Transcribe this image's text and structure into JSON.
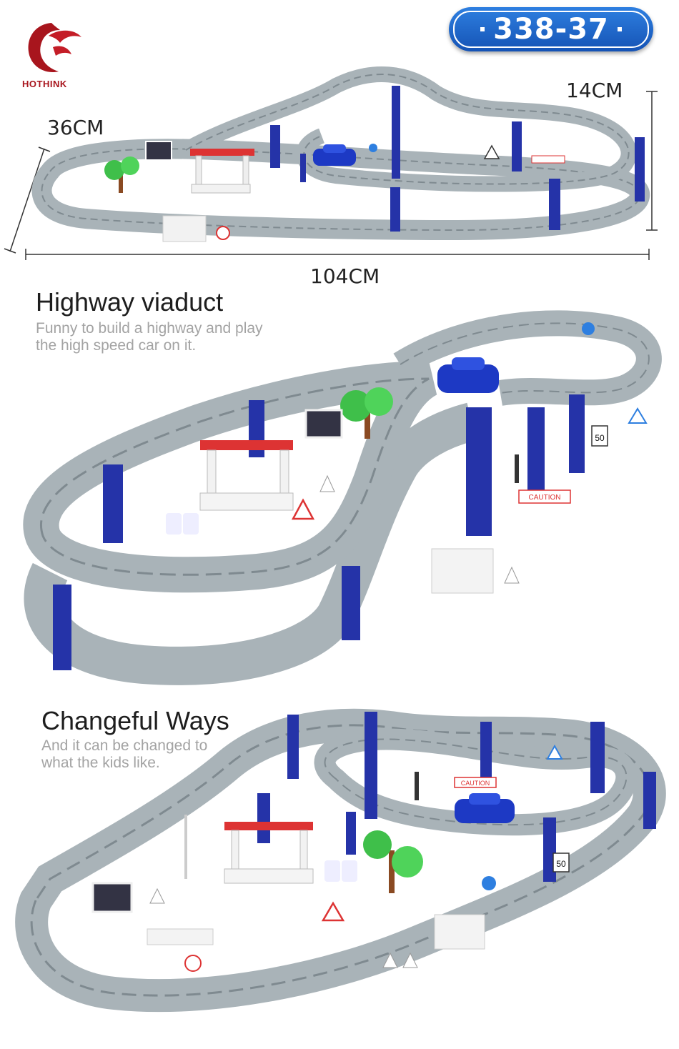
{
  "brand": {
    "name": "HOTHINK",
    "color": "#a8151d"
  },
  "model": {
    "number": "338-37",
    "badge_color": "#1a5fc6"
  },
  "dimensions": {
    "width": "36CM",
    "height": "14CM",
    "length": "104CM"
  },
  "sections": [
    {
      "title": "Highway viaduct",
      "description_line1": "Funny to build a highway and play",
      "description_line2": "the high speed car on it."
    },
    {
      "title": "Changeful Ways",
      "description_line1": "And it can be changed to",
      "description_line2": "what the kids like."
    }
  ],
  "signs": {
    "speed_limit": "50",
    "caution": "CAUTION"
  },
  "colors": {
    "track": "#a9b3b8",
    "track_edge": "#7f8a90",
    "pillar": "#2533a8",
    "car": "#1d39c4",
    "tree": "#3fbf4a"
  }
}
